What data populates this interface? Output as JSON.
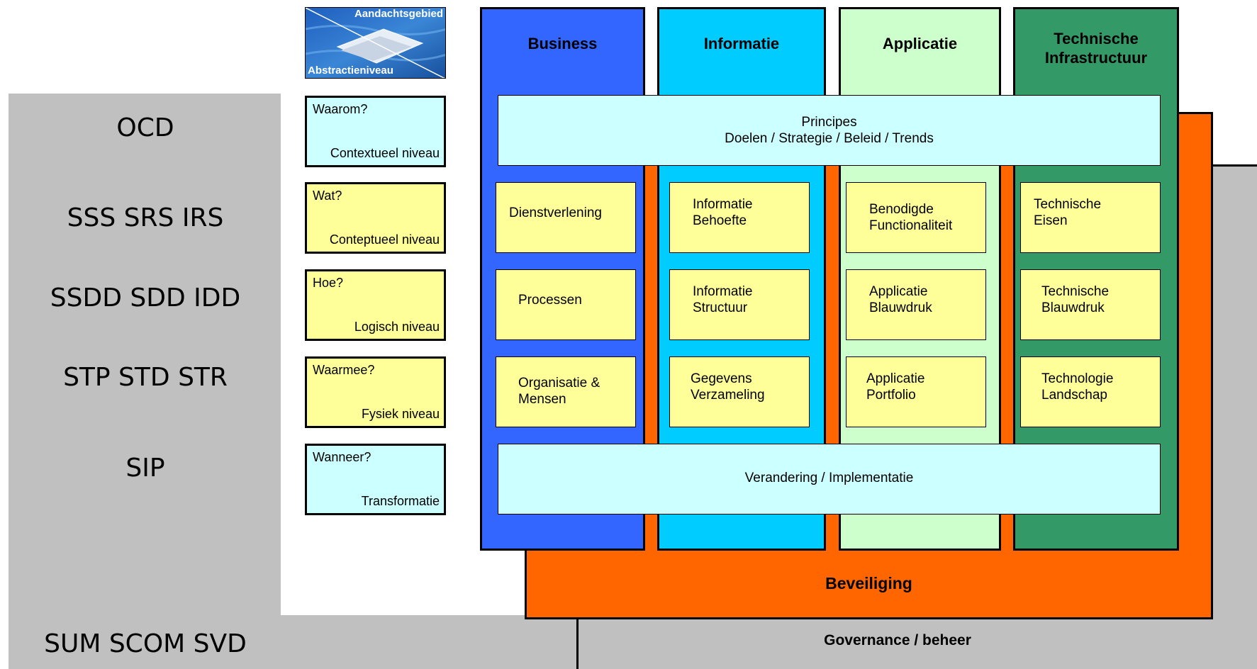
{
  "documents": [
    "OCD",
    "SSS SRS IRS",
    "SSDD SDD IDD",
    "STP STD STR",
    "SIP",
    "SUM SCOM SVD"
  ],
  "legend": {
    "top": "Aandachtsgebied",
    "bottom": "Abstractieniveau"
  },
  "levels": [
    {
      "question": "Waarom?",
      "level": "Contextueel niveau",
      "color": "#ccffff"
    },
    {
      "question": "Wat?",
      "level": "Conteptueel niveau",
      "color": "#ffff99"
    },
    {
      "question": "Hoe?",
      "level": "Logisch niveau",
      "color": "#ffff99"
    },
    {
      "question": "Waarmee?",
      "level": "Fysiek niveau",
      "color": "#ffff99"
    },
    {
      "question": "Wanneer?",
      "level": "Transformatie",
      "color": "#ccffff"
    }
  ],
  "columns": [
    {
      "title": "Business",
      "color": "#3366ff"
    },
    {
      "title": "Informatie",
      "color": "#00ccff"
    },
    {
      "title": "Applicatie",
      "color": "#ccffcc"
    },
    {
      "title": "Technische\nInfrastructuur",
      "color": "#339966"
    }
  ],
  "principles": {
    "line1": "Principes",
    "line2": "Doelen / Strategie / Beleid / Trends"
  },
  "cells": {
    "business": [
      "Dienstverlening",
      "Processen",
      "Organisatie &\nMensen"
    ],
    "informatie": [
      "Informatie\nBehoefte",
      "Informatie\nStructuur",
      "Gegevens\nVerzameling"
    ],
    "applicatie": [
      "Benodigde\nFunctionaliteit",
      "Applicatie\nBlauwdruk",
      "Applicatie\nPortfolio"
    ],
    "technisch": [
      "Technische\nEisen",
      "Technische\nBlauwdruk",
      "Technologie\nLandschap"
    ]
  },
  "change": "Verandering / Implementatie",
  "security": {
    "label": "Beveiliging",
    "color": "#ff6600"
  },
  "governance": "Governance / beheer"
}
